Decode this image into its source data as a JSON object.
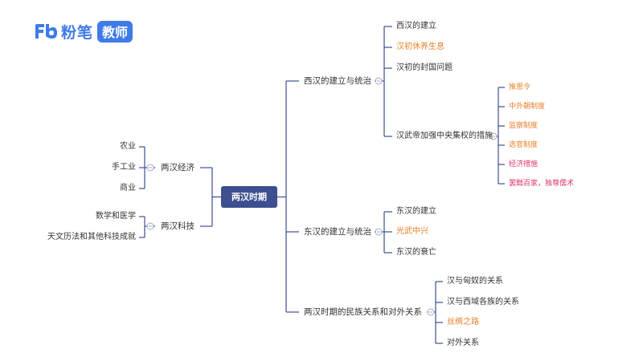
{
  "logo": {
    "mark": "Fb",
    "text": "粉笔",
    "badge": "教师"
  },
  "center": "两汉时期",
  "left_branches": [
    {
      "label": "两汉经济",
      "children": [
        "农业",
        "手工业",
        "商业"
      ]
    },
    {
      "label": "两汉科技",
      "children": [
        "数学和医学",
        "天文历法和其他科技成就"
      ]
    }
  ],
  "right_branches": [
    {
      "label": "西汉的建立与统治",
      "children": [
        {
          "label": "西汉的建立",
          "style": "normal"
        },
        {
          "label": "汉初休养生息",
          "style": "orange"
        },
        {
          "label": "汉初的封国问题",
          "style": "normal"
        },
        {
          "label": "汉武帝加强中央集权的措施",
          "style": "normal",
          "children": [
            {
              "label": "推恩令",
              "style": "orange"
            },
            {
              "label": "中外朝制度",
              "style": "orange"
            },
            {
              "label": "监察制度",
              "style": "orange"
            },
            {
              "label": "选官制度",
              "style": "orange"
            },
            {
              "label": "经济措施",
              "style": "pink"
            },
            {
              "label": "罢黜百家，独尊儒术",
              "style": "pink"
            }
          ]
        }
      ]
    },
    {
      "label": "东汉的建立与统治",
      "children": [
        {
          "label": "东汉的建立",
          "style": "normal"
        },
        {
          "label": "光武中兴",
          "style": "orange"
        },
        {
          "label": "东汉的衰亡",
          "style": "normal"
        }
      ]
    },
    {
      "label": "两汉时期的民族关系和对外关系",
      "children": [
        {
          "label": "汉与匈奴的关系",
          "style": "normal"
        },
        {
          "label": "汉与西域各族的关系",
          "style": "normal"
        },
        {
          "label": "丝绸之路",
          "style": "orange"
        },
        {
          "label": "对外关系",
          "style": "normal"
        }
      ]
    }
  ],
  "colors": {
    "line": "#3d4f8f",
    "center_bg": "#3d4f8f",
    "orange": "#e8812a",
    "pink": "#e0366a",
    "logo_blue": "#3e7be8"
  }
}
